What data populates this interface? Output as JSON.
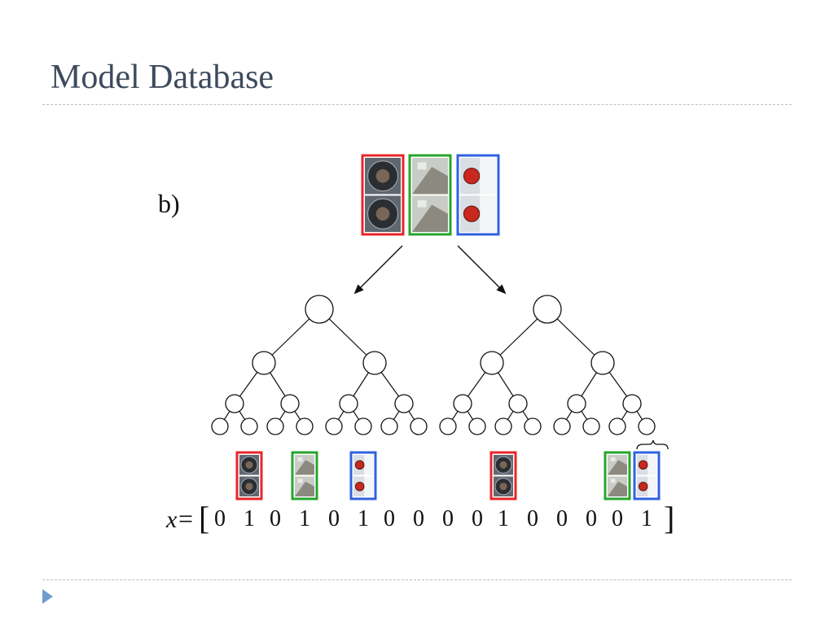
{
  "slide": {
    "title": "Model Database"
  },
  "diagram": {
    "panel_label": "b)",
    "vector_label": "x",
    "equals": "=",
    "open_bracket": "[",
    "close_bracket": "]",
    "bits": [
      "0",
      "1",
      "0",
      "1",
      "0",
      "1",
      "0",
      "0",
      "0",
      "0",
      "1",
      "0",
      "0",
      "0",
      "0",
      "1"
    ],
    "box_colors": {
      "red": "#e8262a",
      "green": "#27a52d",
      "blue": "#2f62e0"
    },
    "top_patches": [
      "wheel-patch",
      "door-corner-patch",
      "tail-light-patch"
    ],
    "leaf_patches": [
      {
        "patch": "wheel-patch",
        "color": "red",
        "leaf": 1
      },
      {
        "patch": "door-corner-patch",
        "color": "green",
        "leaf": 3
      },
      {
        "patch": "tail-light-patch",
        "color": "blue",
        "leaf": 5
      },
      {
        "patch": "wheel-patch",
        "color": "red",
        "leaf": 10
      },
      {
        "patch": "door-corner-patch",
        "color": "green",
        "leaf": 14
      },
      {
        "patch": "tail-light-patch",
        "color": "blue",
        "leaf": 15
      }
    ]
  }
}
